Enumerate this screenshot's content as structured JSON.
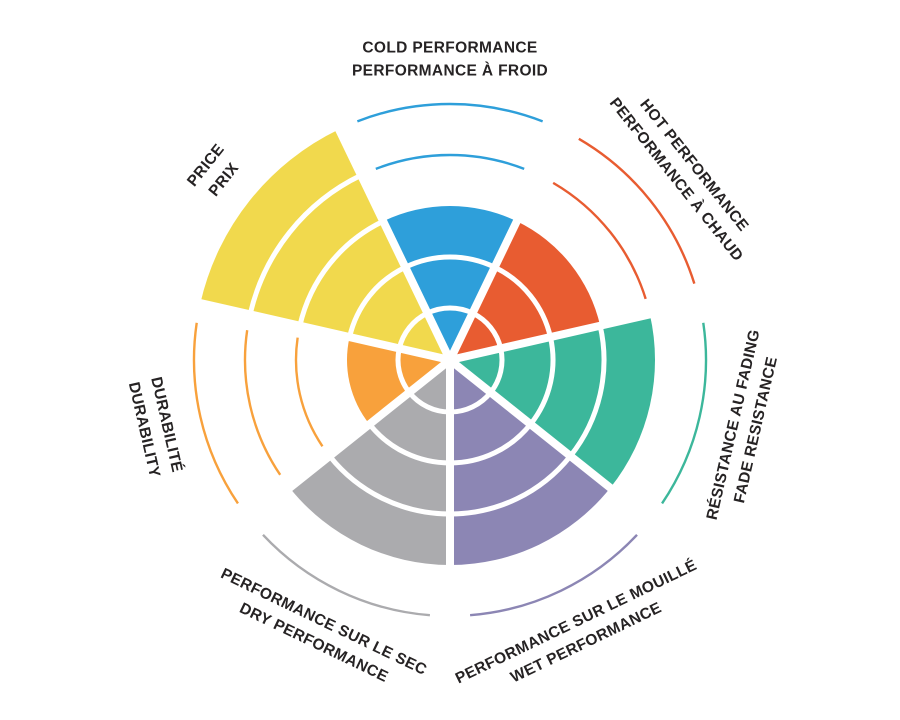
{
  "page": {
    "background": "#ffffff"
  },
  "chart_data": {
    "type": "pie",
    "variant": "radial-sector-gauge",
    "title": "",
    "legend_position": "none",
    "grid": "concentric-ring-separators",
    "scale": {
      "min": 0,
      "max": 5,
      "rings": 5
    },
    "text_color": "#262324",
    "categories": [
      {
        "name": "cold-performance",
        "label_en": "COLD PERFORMANCE",
        "label_fr": "PERFORMANCE À FROID",
        "value": 3,
        "color": "#2E9FDA"
      },
      {
        "name": "hot-performance",
        "label_en": "HOT PERFORMANCE",
        "label_fr": "PERFORMANCE À CHAUD",
        "value": 3,
        "color": "#E85C31"
      },
      {
        "name": "fade-resistance",
        "label_en": "FADE RESISTANCE",
        "label_fr": "RÉSISTANCE AU FADING",
        "value": 4,
        "color": "#3CB79B"
      },
      {
        "name": "wet-performance",
        "label_en": "WET PERFORMANCE",
        "label_fr": "PERFORMANCE SUR LE MOUILLÉ",
        "value": 4,
        "color": "#8C86B4"
      },
      {
        "name": "dry-performance",
        "label_en": "DRY PERFORMANCE",
        "label_fr": "PERFORMANCE SUR LE SEC",
        "value": 4,
        "color": "#ABABAE"
      },
      {
        "name": "durability",
        "label_en": "DURABILITY",
        "label_fr": "DURABILITÉ",
        "value": 2,
        "color": "#F8A13C"
      },
      {
        "name": "price",
        "label_en": "PRICE",
        "label_fr": "PRIX",
        "value": 5,
        "color": "#F1D94D"
      }
    ]
  }
}
